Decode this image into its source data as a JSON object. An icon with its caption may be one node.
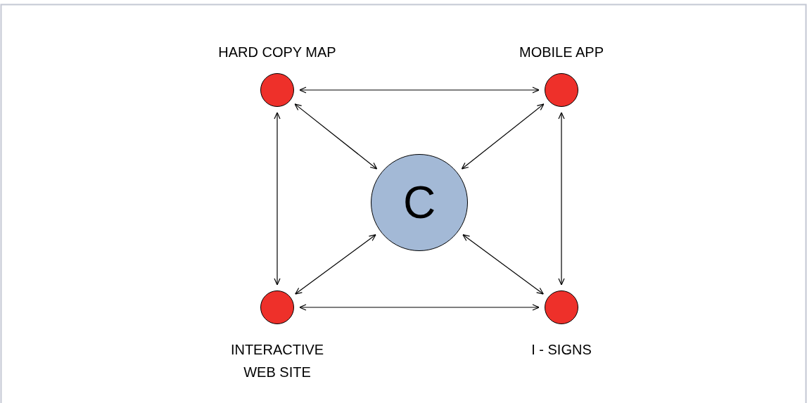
{
  "diagram": {
    "nodes": [
      {
        "text": [
          "HARD COPY MAP"
        ]
      },
      {
        "text": [
          "MOBILE APP"
        ]
      },
      {
        "text": [
          "C"
        ]
      },
      {
        "text": [
          "INTERACTIVE WEB SITE"
        ]
      },
      {
        "text": [
          "I - SIGNS"
        ]
      }
    ],
    "edges": [
      {
        "from": 0,
        "to": 1,
        "arrow": "both"
      },
      {
        "from": 0,
        "to": 2,
        "arrow": "both"
      },
      {
        "from": 1,
        "to": 2,
        "arrow": "both"
      },
      {
        "from": 0,
        "to": 3,
        "arrow": "both"
      },
      {
        "from": 1,
        "to": 4,
        "arrow": "both"
      },
      {
        "from": 3,
        "to": 2,
        "arrow": "both"
      },
      {
        "from": 4,
        "to": 2,
        "arrow": "both"
      },
      {
        "from": 3,
        "to": 4,
        "arrow": "both"
      }
    ]
  }
}
